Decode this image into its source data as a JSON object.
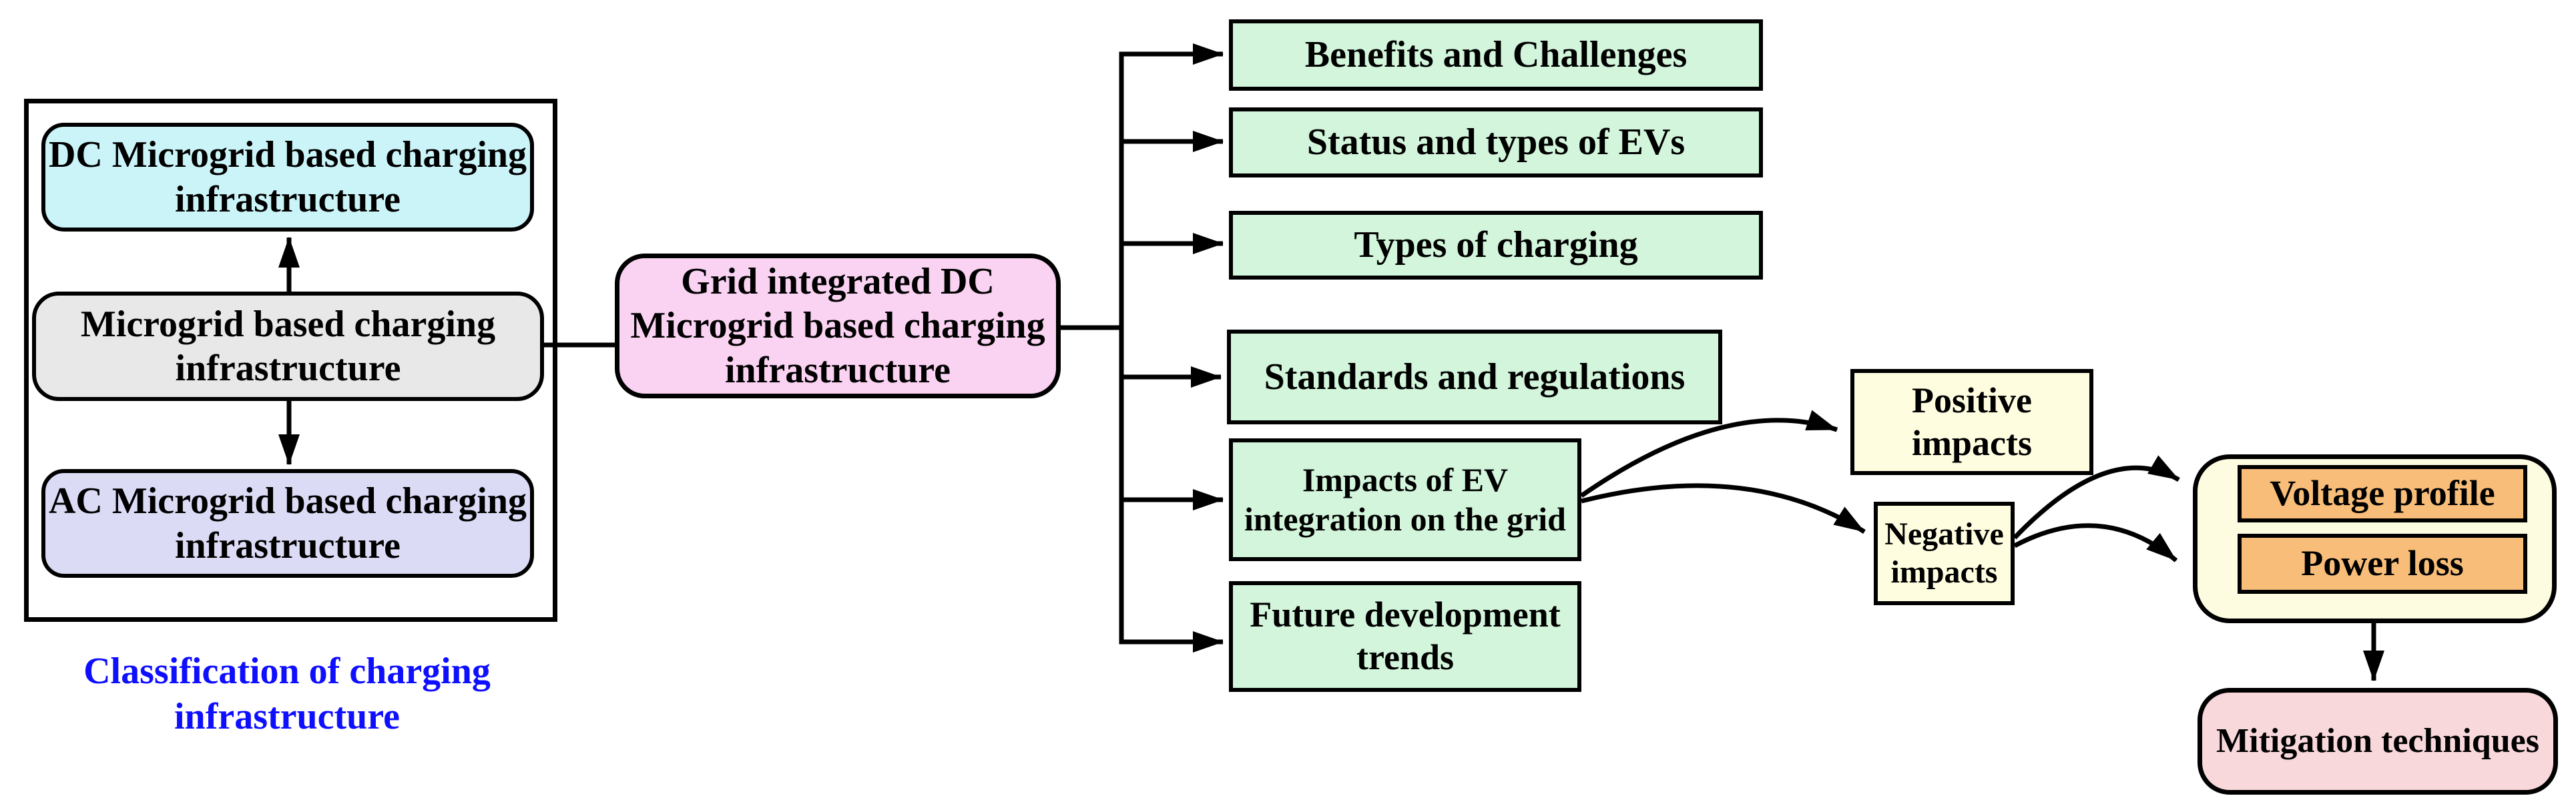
{
  "figure": {
    "caption": {
      "lines": [
        "Classification of charging",
        "infrastructure"
      ]
    },
    "classification": {
      "dc": {
        "lines": [
          "DC Microgrid based charging",
          "infrastructure"
        ]
      },
      "microgrid": {
        "lines": [
          "Microgrid based charging",
          "infrastructure"
        ]
      },
      "ac": {
        "lines": [
          "AC Microgrid based charging",
          "infrastructure"
        ]
      }
    },
    "hub": {
      "lines": [
        "Grid integrated DC",
        "Microgrid based charging",
        "infrastructure"
      ]
    },
    "topics": {
      "items": [
        {
          "label": "Benefits and Challenges"
        },
        {
          "label": "Status and types of EVs"
        },
        {
          "label": "Types of charging"
        },
        {
          "label": "Standards and regulations"
        },
        {
          "lines": [
            "Impacts of EV",
            "integration on the grid"
          ]
        },
        {
          "lines": [
            "Future development",
            "trends"
          ]
        }
      ]
    },
    "impacts": {
      "positive": {
        "lines": [
          "Positive",
          "impacts"
        ]
      },
      "negative": {
        "lines": [
          "Negative",
          "impacts"
        ]
      }
    },
    "negative_effects": {
      "items": [
        {
          "label": "Voltage profile"
        },
        {
          "label": "Power loss"
        }
      ]
    },
    "mitigation": {
      "label": "Mitigation techniques"
    },
    "colors": {
      "line": "#000000",
      "dc_fill": "#CBF4F9",
      "microgrid_fill": "#E8E8E8",
      "ac_fill": "#DBDBF6",
      "hub_fill": "#FAD2F2",
      "topic_fill": "#D2F5DB",
      "impact_fill": "#FFFDE0",
      "effects_container_fill": "#FEFCE0",
      "effect_fill": "#F8BD78",
      "mitigation_fill": "#F9D8DC",
      "caption_color": "#0F0FFF"
    }
  }
}
